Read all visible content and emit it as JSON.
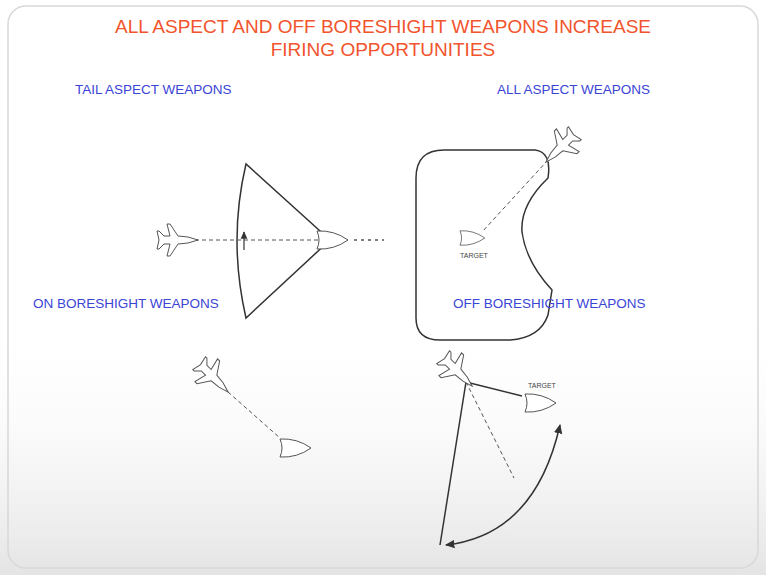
{
  "diagram": {
    "title": "ALL ASPECT AND OFF BORESHIGHT WEAPONS INCREASE FIRING OPPORTUNITIES",
    "labels": [
      "TAIL ASPECT WEAPONS",
      "ALL ASPECT WEAPONS",
      "TARGET",
      "ON BORESHIGHT WEAPONS",
      "OFF BORESHIGHT WEAPONS",
      "TARGET"
    ]
  }
}
